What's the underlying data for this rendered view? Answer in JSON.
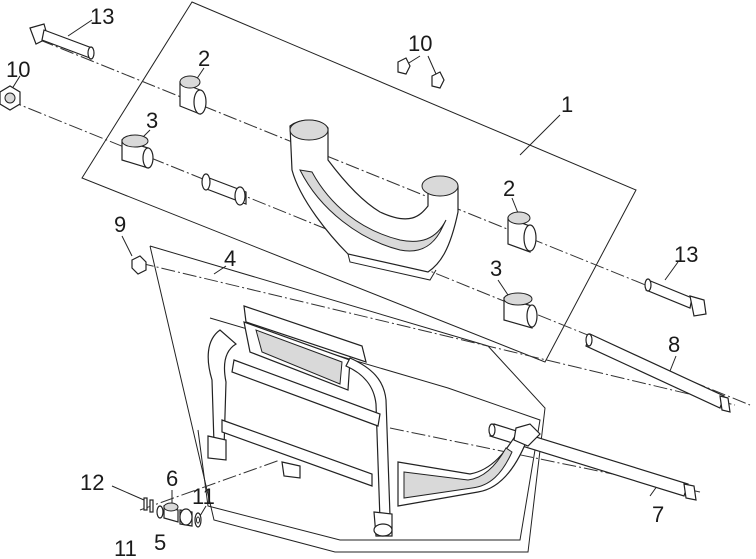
{
  "callouts": [
    {
      "id": "c13a",
      "text": "13"
    },
    {
      "id": "c10a",
      "text": "10"
    },
    {
      "id": "c2a",
      "text": "2"
    },
    {
      "id": "c3a",
      "text": "3"
    },
    {
      "id": "c10b",
      "text": "10"
    },
    {
      "id": "c1",
      "text": "1"
    },
    {
      "id": "c2b",
      "text": "2"
    },
    {
      "id": "c13b",
      "text": "13"
    },
    {
      "id": "c9",
      "text": "9"
    },
    {
      "id": "c4",
      "text": "4"
    },
    {
      "id": "c3b",
      "text": "3"
    },
    {
      "id": "c8",
      "text": "8"
    },
    {
      "id": "c12",
      "text": "12"
    },
    {
      "id": "c6",
      "text": "6"
    },
    {
      "id": "c11a",
      "text": "11"
    },
    {
      "id": "c11b",
      "text": "11"
    },
    {
      "id": "c5",
      "text": "5"
    },
    {
      "id": "c7",
      "text": "7"
    }
  ]
}
